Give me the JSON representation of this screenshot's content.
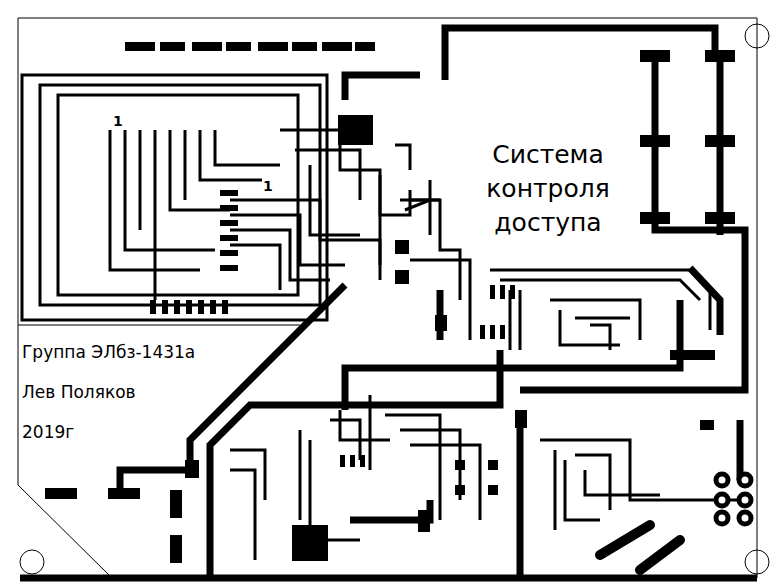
{
  "diagram": {
    "title": "Система контроля доступа",
    "labels": [
      "Группа ЭЛбз-1431а",
      "Лев Поляков",
      "2019г",
      "1",
      "1"
    ]
  }
}
